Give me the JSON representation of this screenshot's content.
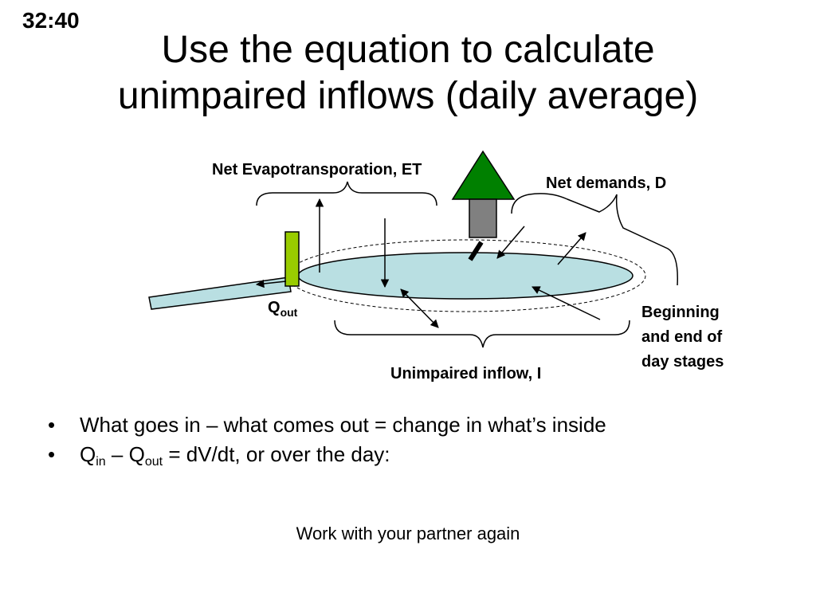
{
  "timer": "32:40",
  "title": {
    "line1": "Use the equation to calculate",
    "line2": "unimpaired inflows (daily average)"
  },
  "diagram": {
    "labels": {
      "et": "Net Evapotransporation, ET",
      "demands": "Net demands, D",
      "qout_main": "Q",
      "qout_sub": "out",
      "stages": [
        "Beginning",
        "and end of",
        "day stages"
      ],
      "inflow": "Unimpaired inflow, I"
    },
    "colors": {
      "reservoir": "#b9dfe2",
      "channel": "#b9dfe2",
      "gate": "#99cc00",
      "tree": "#008000",
      "trunk": "#808080"
    }
  },
  "bullets": {
    "item1": "What goes in – what comes out = change in what’s inside",
    "item2": {
      "q1": "Q",
      "sub1": "in",
      "dash": " – ",
      "q2": "Q",
      "sub2": "out",
      "rest": " = dV/dt, or over the day:"
    }
  },
  "footer": "Work with your partner again"
}
